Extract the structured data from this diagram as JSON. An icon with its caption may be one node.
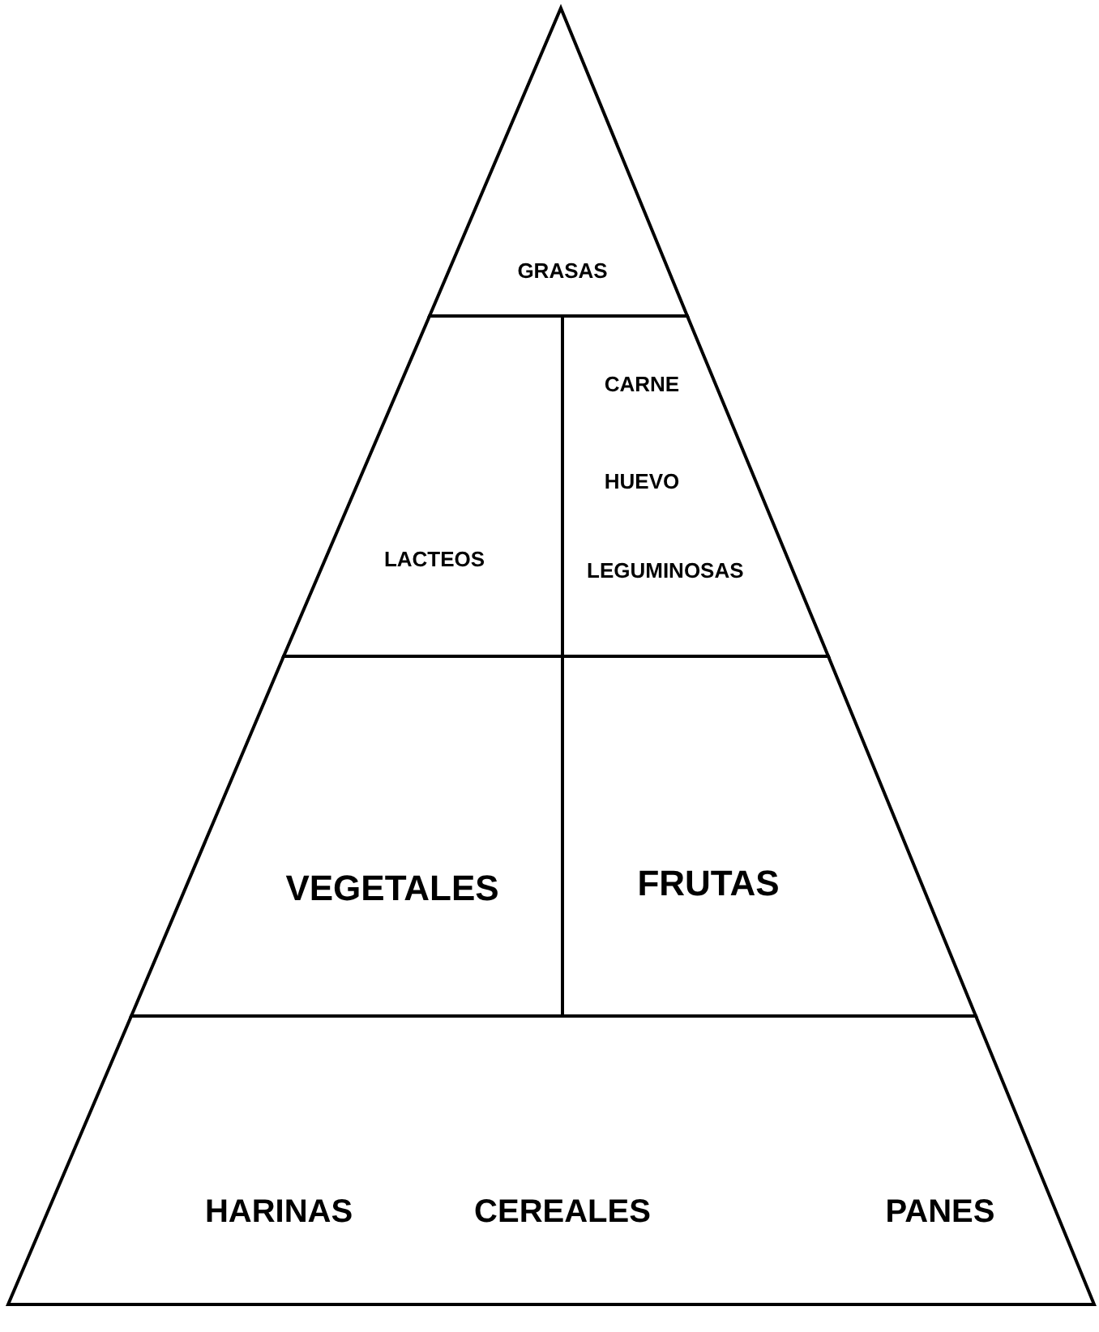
{
  "diagram": {
    "nodes": [
      {
        "text": [
          "GRASAS"
        ]
      },
      {
        "text": [
          "LACTEOS"
        ]
      },
      {
        "text": [
          "CARNE",
          "HUEVO",
          "LEGUMINOSAS"
        ]
      },
      {
        "text": [
          "VEGETALES"
        ]
      },
      {
        "text": [
          "FRUTAS"
        ]
      },
      {
        "text": [
          "HARINAS",
          "CEREALES",
          "PANES"
        ]
      }
    ]
  }
}
